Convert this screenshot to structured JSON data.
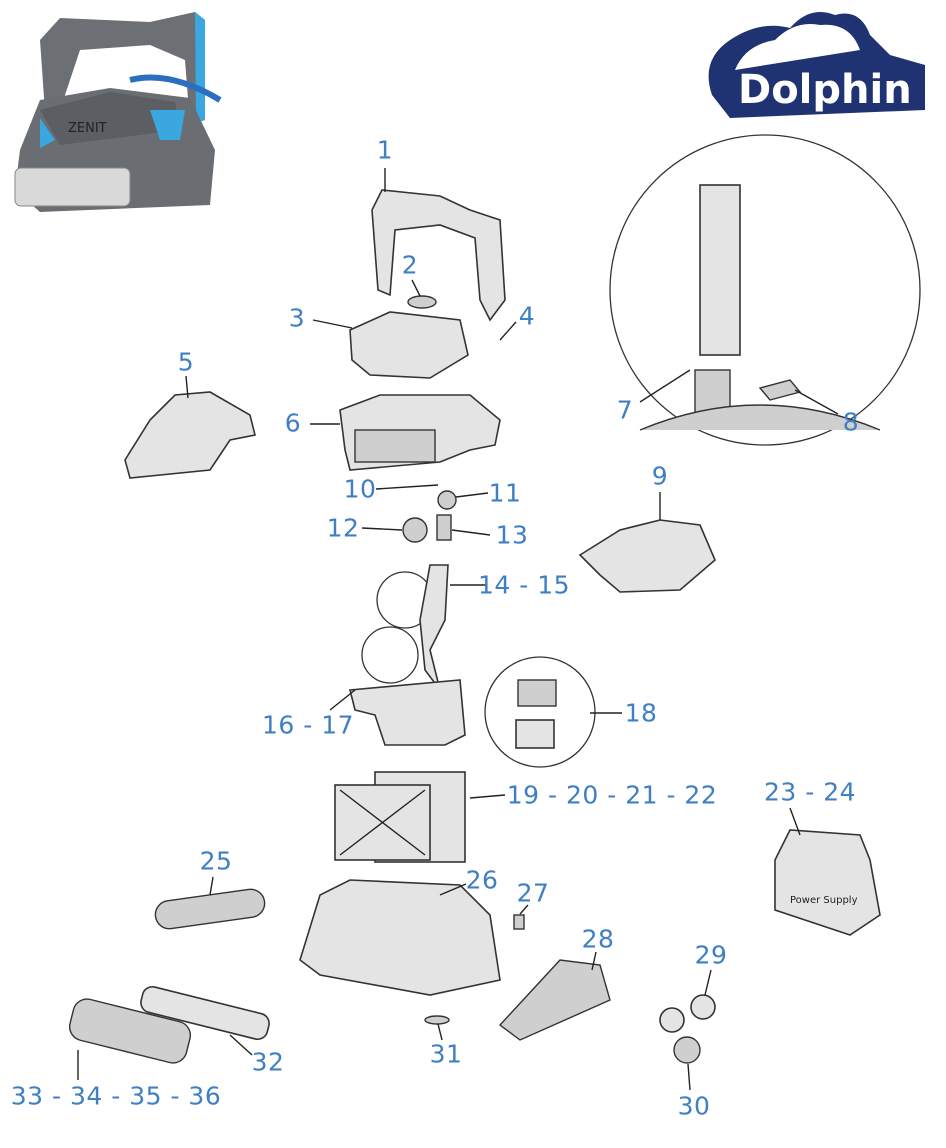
{
  "brand": {
    "logo_text": "Dolphin",
    "model_badge": "ZENIT",
    "logo_color": "#1f3373"
  },
  "label_color": "#3f7fc4",
  "power_supply_text": "Power Supply",
  "parts": [
    {
      "id": "p1",
      "label": "1"
    },
    {
      "id": "p2",
      "label": "2"
    },
    {
      "id": "p3",
      "label": "3"
    },
    {
      "id": "p4",
      "label": "4"
    },
    {
      "id": "p5",
      "label": "5"
    },
    {
      "id": "p6",
      "label": "6"
    },
    {
      "id": "p7",
      "label": "7"
    },
    {
      "id": "p8",
      "label": "8"
    },
    {
      "id": "p9",
      "label": "9"
    },
    {
      "id": "p10",
      "label": "10"
    },
    {
      "id": "p11",
      "label": "11"
    },
    {
      "id": "p12",
      "label": "12"
    },
    {
      "id": "p13",
      "label": "13"
    },
    {
      "id": "p14",
      "label": "14 - 15"
    },
    {
      "id": "p16",
      "label": "16 - 17"
    },
    {
      "id": "p18",
      "label": "18"
    },
    {
      "id": "p19",
      "label": "19 - 20 - 21 - 22"
    },
    {
      "id": "p23",
      "label": "23 - 24"
    },
    {
      "id": "p25",
      "label": "25"
    },
    {
      "id": "p26",
      "label": "26"
    },
    {
      "id": "p27",
      "label": "27"
    },
    {
      "id": "p28",
      "label": "28"
    },
    {
      "id": "p29",
      "label": "29"
    },
    {
      "id": "p30",
      "label": "30"
    },
    {
      "id": "p31",
      "label": "31"
    },
    {
      "id": "p32",
      "label": "32"
    },
    {
      "id": "p33",
      "label": "33 - 34 - 35 - 36"
    }
  ]
}
